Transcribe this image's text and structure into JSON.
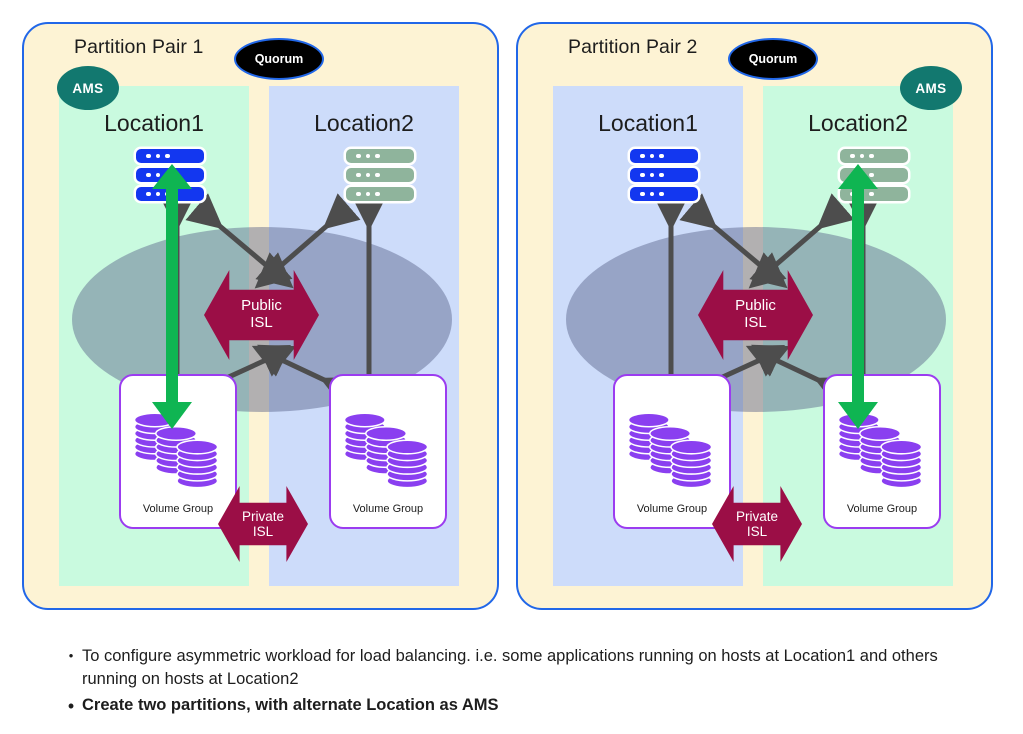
{
  "diagram": {
    "title_hidden": "",
    "partitions": [
      {
        "title": "Partition Pair 1",
        "quorum_label": "Quorum",
        "ams_label": "AMS",
        "ams_side": "left",
        "left_zone": {
          "label": "Location1",
          "color": "#c9fadf",
          "server_state": "active"
        },
        "right_zone": {
          "label": "Location2",
          "color": "#cddcfa",
          "server_state": "passive"
        },
        "public_isl": "Public\nISL",
        "public_isl_line1": "Public",
        "public_isl_line2": "ISL",
        "private_isl_line1": "Private",
        "private_isl_line2": "ISL",
        "left_volume_group": "Volume Group",
        "right_volume_group": "Volume Group",
        "active_flow_side": "left"
      },
      {
        "title": "Partition Pair 2",
        "quorum_label": "Quorum",
        "ams_label": "AMS",
        "ams_side": "right",
        "left_zone": {
          "label": "Location1",
          "color": "#cddcfa",
          "server_state": "active"
        },
        "right_zone": {
          "label": "Location2",
          "color": "#c9fadf",
          "server_state": "passive"
        },
        "public_isl": "Public\nISL",
        "public_isl_line1": "Public",
        "public_isl_line2": "ISL",
        "private_isl_line1": "Private",
        "private_isl_line2": "ISL",
        "left_volume_group": "Volume Group",
        "right_volume_group": "Volume Group",
        "active_flow_side": "right"
      }
    ]
  },
  "bullets": [
    {
      "marker": "•",
      "text": "To configure asymmetric workload for load balancing. i.e. some applications running on hosts at Location1 and others running on hosts at Location2",
      "bold": false
    },
    {
      "marker": "•",
      "text": "Create two partitions, with alternate Location as AMS",
      "bold": true
    }
  ],
  "colors": {
    "panel_background": "#fdf3d4",
    "panel_border": "#2167e8",
    "zone_green": "#c9fadf",
    "zone_blue": "#cddcfa",
    "ams_badge": "#12786f",
    "quorum_badge": "#000000",
    "isl": "#9b0e46",
    "active_arrow": "#0fb552",
    "link_arrow": "#4d4d4d",
    "volume_border": "#9b3cf0",
    "disk": "#8a3ff0",
    "server_active": "#1337f0",
    "server_passive": "#8fb49c",
    "ellipse_overlay": "#566088"
  }
}
